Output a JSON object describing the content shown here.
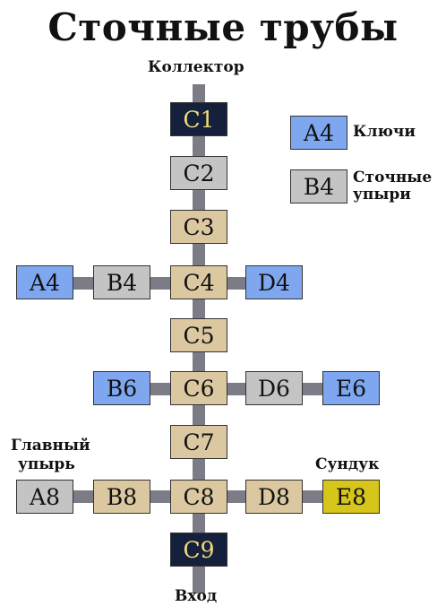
{
  "title": "Сточные трубы",
  "labels": {
    "top": "Коллектор",
    "bottom": "Вход",
    "boss_line1": "Главный",
    "boss_line2": "упырь",
    "chest": "Сундук"
  },
  "legend": [
    {
      "code": "A4",
      "text": "Ключи",
      "color": "#7ea7f0"
    },
    {
      "code": "B4",
      "text_line1": "Сточные",
      "text_line2": "упыри",
      "color": "#c4c4c4"
    }
  ],
  "rooms": {
    "C1": "C1",
    "C2": "C2",
    "C3": "C3",
    "A4": "A4",
    "B4": "B4",
    "C4": "C4",
    "D4": "D4",
    "C5": "C5",
    "B6": "B6",
    "C6": "C6",
    "D6": "D6",
    "E6": "E6",
    "C7": "C7",
    "A8": "A8",
    "B8": "B8",
    "C8": "C8",
    "D8": "D8",
    "E8": "E8",
    "C9": "C9"
  },
  "colors": {
    "beige": "#dbc8a0",
    "gray": "#c4c4c4",
    "blue": "#7ea7f0",
    "navy": "#15203c",
    "yellow": "#d6c51a",
    "pipe": "#7c7c87"
  }
}
